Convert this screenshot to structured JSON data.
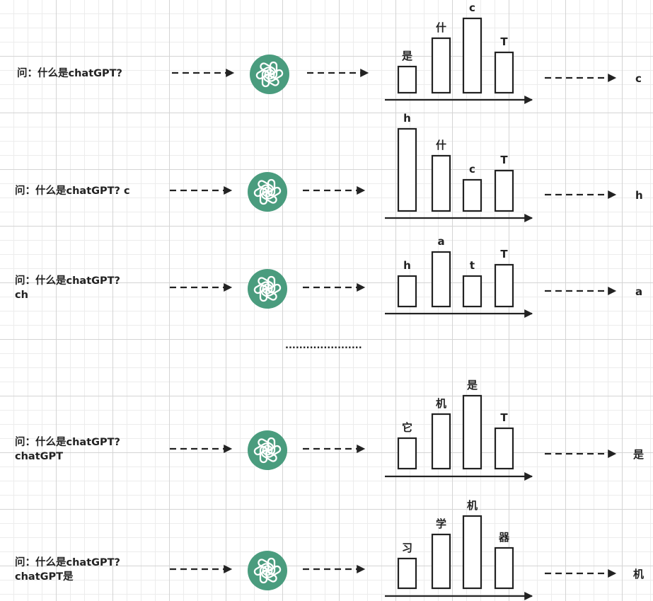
{
  "colors": {
    "logo_bg": "#4a9c7e",
    "logo_fg": "#ffffff",
    "stroke": "#222222"
  },
  "icon": "openai-logo-icon",
  "ellipsis": "......................",
  "rows": [
    {
      "question_lines": [
        "问：什么是chatGPT?"
      ],
      "output": "c",
      "bars": [
        {
          "label": "是",
          "value": 37
        },
        {
          "label": "什",
          "value": 77
        },
        {
          "label": "c",
          "value": 105
        },
        {
          "label": "T",
          "value": 57
        }
      ]
    },
    {
      "question_lines": [
        "问：什么是chatGPT?  c"
      ],
      "output": "h",
      "bars": [
        {
          "label": "h",
          "value": 116
        },
        {
          "label": "什",
          "value": 78
        },
        {
          "label": "c",
          "value": 44
        },
        {
          "label": "T",
          "value": 57
        }
      ]
    },
    {
      "question_lines": [
        "问：什么是chatGPT?",
        "ch"
      ],
      "output": "a",
      "bars": [
        {
          "label": "h",
          "value": 43
        },
        {
          "label": "a",
          "value": 77
        },
        {
          "label": "t",
          "value": 43
        },
        {
          "label": "T",
          "value": 59
        }
      ]
    },
    {
      "question_lines": [
        "问：什么是chatGPT?",
        "chatGPT"
      ],
      "output": "是",
      "bars": [
        {
          "label": "它",
          "value": 43
        },
        {
          "label": "机",
          "value": 77
        },
        {
          "label": "是",
          "value": 103
        },
        {
          "label": "T",
          "value": 57
        }
      ]
    },
    {
      "question_lines": [
        "问：什么是chatGPT?",
        "chatGPT是"
      ],
      "output": "机",
      "bars": [
        {
          "label": "习",
          "value": 42
        },
        {
          "label": "学",
          "value": 76
        },
        {
          "label": "机",
          "value": 102
        },
        {
          "label": "器",
          "value": 57
        }
      ]
    }
  ]
}
